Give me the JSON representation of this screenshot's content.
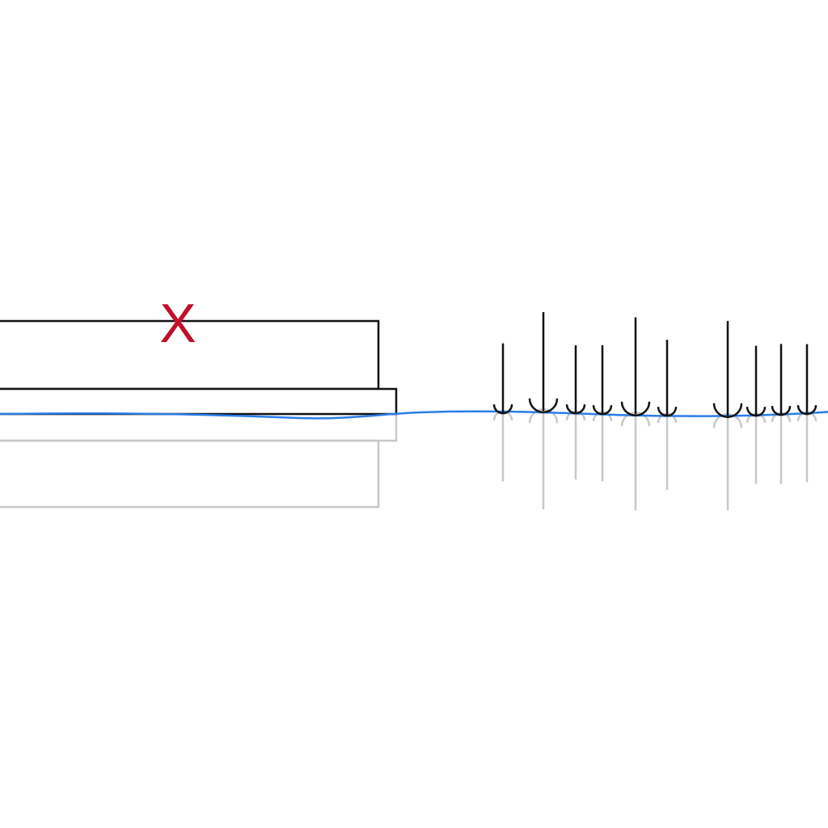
{
  "diagram": {
    "cross_mark": "X",
    "colors": {
      "outline": "#111111",
      "reflection": "#c8c8c8",
      "water": "#2b7de9",
      "cross": "#c0102a",
      "background": "#ffffff"
    },
    "stakes": [
      {
        "id": "stake-1",
        "relative_height": 0.7,
        "cup": "small"
      },
      {
        "id": "stake-2",
        "relative_height": 1.0,
        "cup": "large"
      },
      {
        "id": "stake-3",
        "relative_height": 0.68,
        "cup": "small"
      },
      {
        "id": "stake-4",
        "relative_height": 0.69,
        "cup": "small"
      },
      {
        "id": "stake-5",
        "relative_height": 0.98,
        "cup": "large"
      },
      {
        "id": "stake-6",
        "relative_height": 0.76,
        "cup": "small"
      },
      {
        "id": "stake-7",
        "relative_height": 0.96,
        "cup": "large"
      },
      {
        "id": "stake-8",
        "relative_height": 0.7,
        "cup": "small"
      },
      {
        "id": "stake-9",
        "relative_height": 0.71,
        "cup": "small"
      },
      {
        "id": "stake-10",
        "relative_height": 0.7,
        "cup": "small"
      }
    ]
  }
}
